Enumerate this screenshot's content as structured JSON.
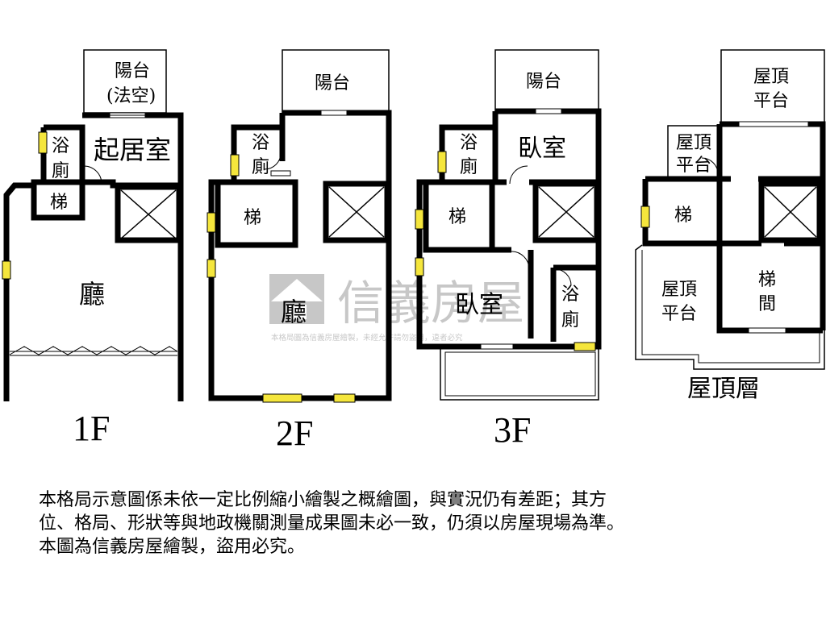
{
  "floors": [
    {
      "label": "1F",
      "rooms": [
        "陽台",
        "(法空)",
        "浴",
        "廁",
        "起居室",
        "梯",
        "廳"
      ]
    },
    {
      "label": "2F",
      "rooms": [
        "陽台",
        "浴",
        "廁",
        "梯",
        "廳"
      ]
    },
    {
      "label": "3F",
      "rooms": [
        "陽台",
        "浴",
        "廁",
        "臥室",
        "梯",
        "臥室",
        "浴",
        "廁"
      ]
    },
    {
      "label": "屋頂層",
      "rooms": [
        "屋頂",
        "平台",
        "屋頂",
        "平台",
        "梯",
        "屋頂",
        "平台",
        "梯",
        "間"
      ]
    }
  ],
  "watermark": {
    "brand": "信義房屋",
    "notice": "本格局圖為信義房屋繪製，未經允許請勿盜用，違者必究"
  },
  "disclaimer": [
    "本格局示意圖係未依一定比例縮小繪製之概繪圖，與實況仍有差距；其方",
    "位、格局、形狀等與地政機關測量成果圖未必一致，仍須以房屋現場為準。",
    "本圖為信義房屋繪製，盜用必究。"
  ],
  "colors": {
    "wall": "#000000",
    "window": "#f5e63c",
    "watermark": "#b4b4b4"
  }
}
